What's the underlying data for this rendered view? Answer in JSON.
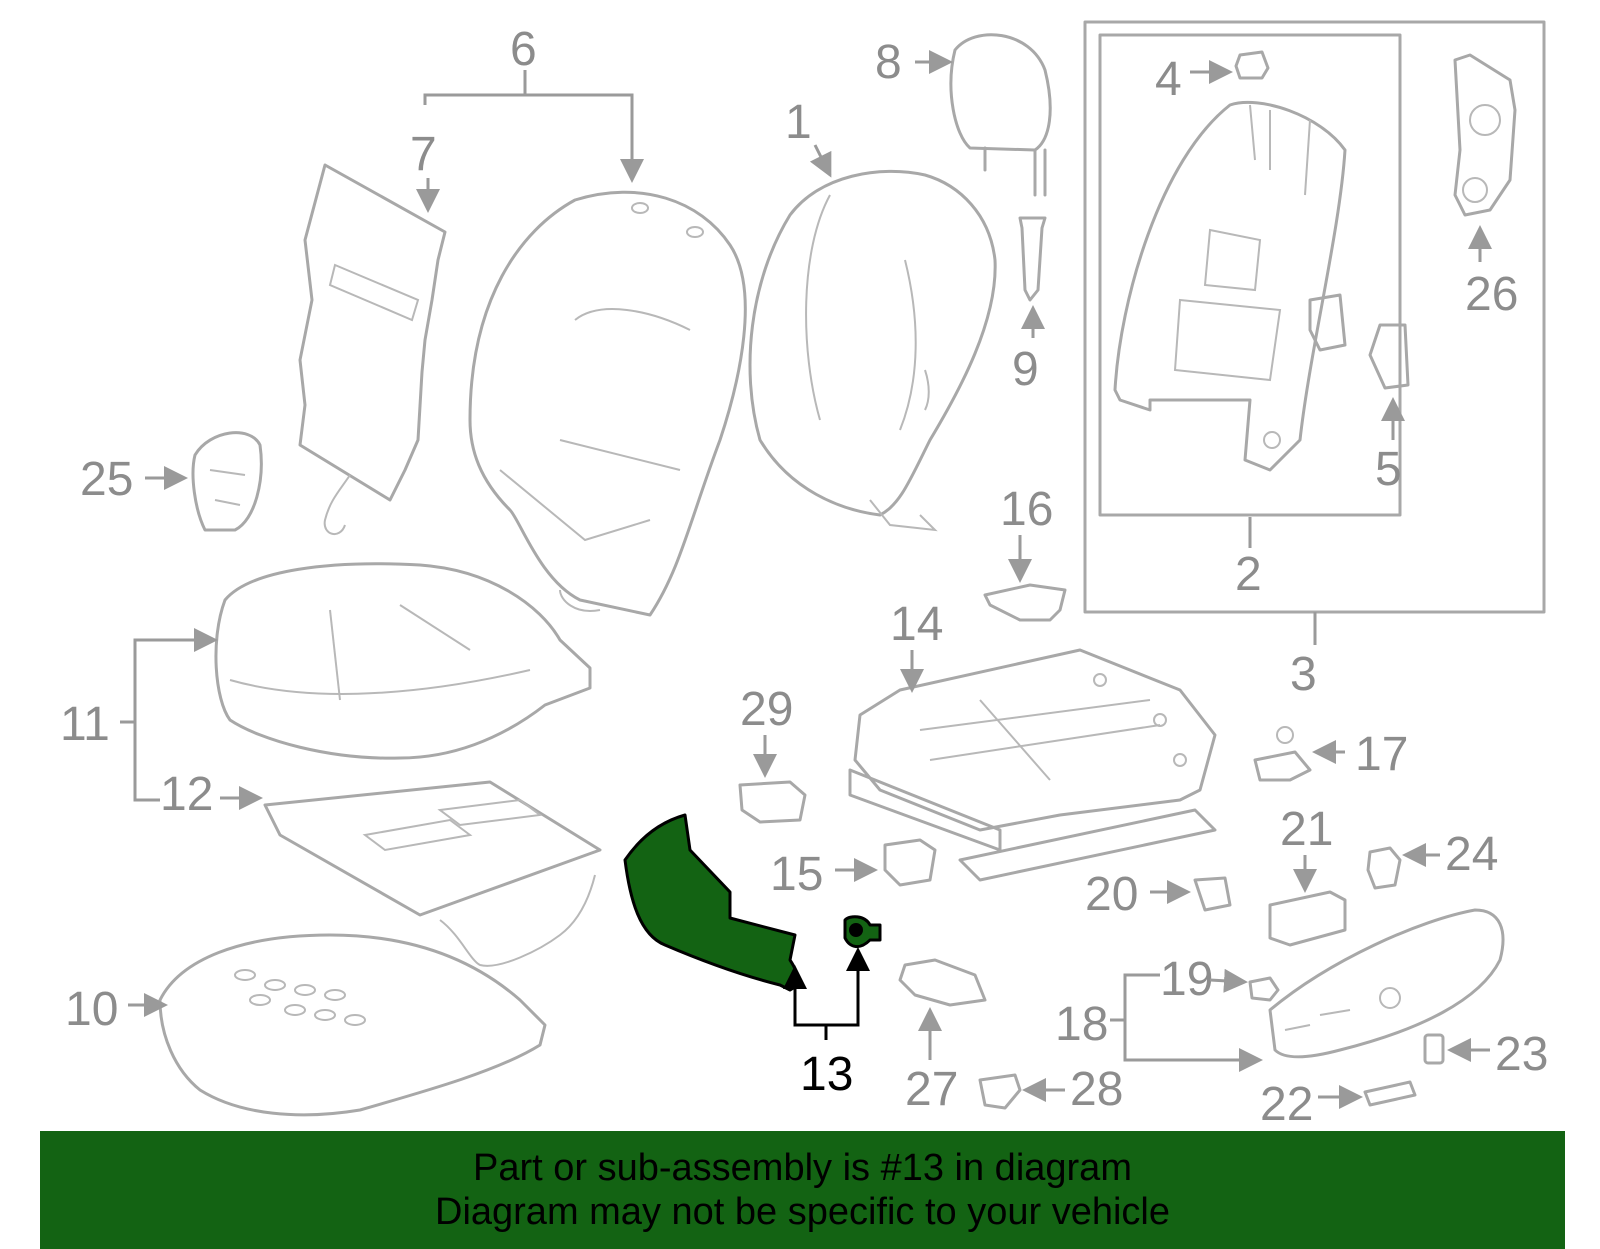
{
  "callouts": {
    "n1": "1",
    "n2": "2",
    "n3": "3",
    "n4": "4",
    "n5": "5",
    "n6": "6",
    "n7": "7",
    "n8": "8",
    "n9": "9",
    "n10": "10",
    "n11": "11",
    "n12": "12",
    "n13": "13",
    "n14": "14",
    "n15": "15",
    "n16": "16",
    "n17": "17",
    "n18": "18",
    "n19": "19",
    "n20": "20",
    "n21": "21",
    "n22": "22",
    "n23": "23",
    "n24": "24",
    "n25": "25",
    "n26": "26",
    "n27": "27",
    "n28": "28",
    "n29": "29"
  },
  "highlighted_part": "13",
  "colors": {
    "highlight": "#136313",
    "line_art": "#a8a8a8",
    "label": "#8c8c8c"
  },
  "banner": {
    "line1": "Part or sub-assembly is #13 in diagram",
    "line2": "Diagram may not be specific to your vehicle"
  }
}
